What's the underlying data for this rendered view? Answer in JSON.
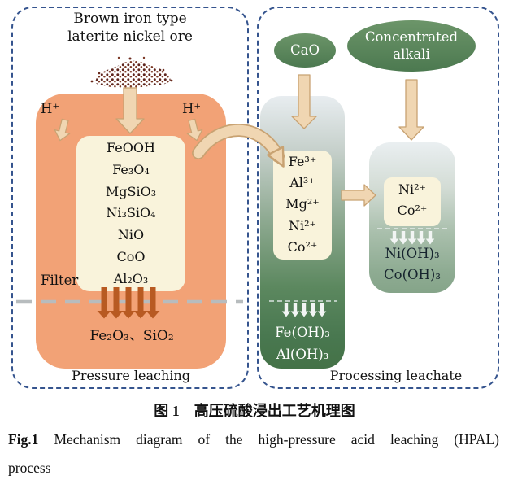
{
  "figure": {
    "left_panel": {
      "title": [
        "Brown iron type",
        "laterite nickel ore"
      ],
      "h_plus": "H⁺",
      "minerals": [
        "FeOOH",
        "Fe₃O₄",
        "MgSiO₃",
        "Ni₃SiO₄",
        "NiO",
        "CoO",
        "Al₂O₃"
      ],
      "filter_label": "Filter",
      "residue": "Fe₂O₃、SiO₂",
      "panel_label": "Pressure leaching"
    },
    "right_panel": {
      "cao_label": "CaO",
      "alkali_label": [
        "Concentrated",
        "alkali"
      ],
      "leachate_ions": [
        "Fe³⁺",
        "Al³⁺",
        "Mg²⁺",
        "Ni²⁺",
        "Co²⁺"
      ],
      "middle_precipitates": [
        "Fe(OH)₃",
        "Al(OH)₃"
      ],
      "refined_ions": [
        "Ni²⁺",
        "Co²⁺"
      ],
      "right_precipitates": [
        "Ni(OH)₃",
        "Co(OH)₃"
      ],
      "panel_label": "Processing leachate"
    }
  },
  "caption": {
    "zh": "图 1　高压硫酸浸出工艺机理图",
    "en_label": "Fig.1",
    "en_body": "Mechanism diagram of the high-pressure acid leaching (HPAL)",
    "en_body2": "process"
  },
  "colors": {
    "panel_border": "#35548E",
    "leach_vessel": "#F2A276",
    "cream_box": "#F9F3DB",
    "green_dark": "#4C7950",
    "arrow_tan": "#F0D6B2",
    "residue_arrow": "#B85A22"
  }
}
